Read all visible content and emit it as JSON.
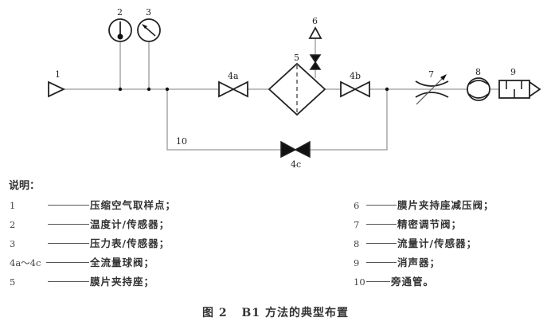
{
  "diagram": {
    "labels": {
      "n1": "1",
      "n2": "2",
      "n3": "3",
      "n4a": "4a",
      "n4b": "4b",
      "n4c": "4c",
      "n5": "5",
      "n6": "6",
      "n7": "7",
      "n8": "8",
      "n9": "9",
      "n10": "10"
    },
    "components": [
      {
        "id": "1",
        "name": "sampling-point",
        "symbol": "open-triangle"
      },
      {
        "id": "2",
        "name": "thermometer",
        "symbol": "gauge-with-bulb"
      },
      {
        "id": "3",
        "name": "pressure-gauge",
        "symbol": "gauge-with-needle"
      },
      {
        "id": "4a",
        "name": "ball-valve",
        "symbol": "open-bowtie"
      },
      {
        "id": "5",
        "name": "membrane-holder",
        "symbol": "diamond-dashed"
      },
      {
        "id": "6",
        "name": "relief-valve",
        "symbol": "triangle-with-closed-valve"
      },
      {
        "id": "4b",
        "name": "ball-valve",
        "symbol": "open-bowtie"
      },
      {
        "id": "7",
        "name": "precision-regulating-valve",
        "symbol": "variable-restrictor"
      },
      {
        "id": "8",
        "name": "flowmeter",
        "symbol": "circle-flowmeter"
      },
      {
        "id": "9",
        "name": "silencer",
        "symbol": "silencer"
      },
      {
        "id": "4c",
        "name": "ball-valve-bypass",
        "symbol": "filled-bowtie"
      },
      {
        "id": "10",
        "name": "bypass-pipe",
        "symbol": "line"
      }
    ]
  },
  "legend": {
    "title": "说明：",
    "left": [
      {
        "num": "1",
        "text": "压缩空气取样点；"
      },
      {
        "num": "2",
        "text": "温度计/传感器；"
      },
      {
        "num": "3",
        "text": "压力表/传感器；"
      },
      {
        "num": "4a～4c",
        "text": "全流量球阀；"
      },
      {
        "num": "5",
        "text": "膜片夹持座；"
      }
    ],
    "right": [
      {
        "num": "6",
        "text": "膜片夹持座减压阀；"
      },
      {
        "num": "7",
        "text": "精密调节阀；"
      },
      {
        "num": "8",
        "text": "流量计/传感器；"
      },
      {
        "num": "9",
        "text": "消声器；"
      },
      {
        "num": "10",
        "text": "旁通管。"
      }
    ]
  },
  "caption": {
    "figure": "图 2",
    "title": "B1 方法的典型布置"
  }
}
